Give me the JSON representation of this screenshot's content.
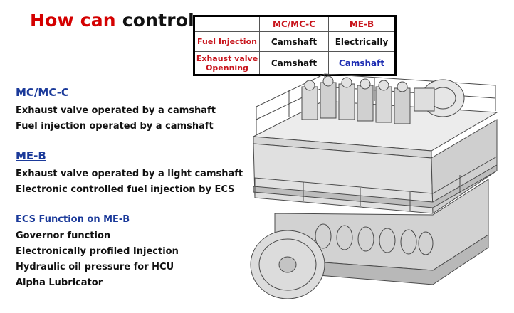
{
  "title": {
    "part1": "How can",
    "part2": "control ~"
  },
  "table": {
    "headers": [
      "",
      "MC/MC-C",
      "ME-B"
    ],
    "rows": [
      {
        "label": "Fuel Injection",
        "mc": "Camshaft",
        "me": "Electrically"
      },
      {
        "label_line1": "Exhaust valve",
        "label_line2": "Openning",
        "mc": "Camshaft",
        "me": "Camshaft"
      }
    ]
  },
  "sections": {
    "mc": {
      "heading": "MC/MC-C",
      "items": [
        "Exhaust valve operated by a camshaft",
        "Fuel injection operated by a camshaft"
      ]
    },
    "me": {
      "heading": "ME-B",
      "items": [
        "Exhaust valve operated by a light camshaft",
        "Electronic controlled fuel injection by ECS"
      ]
    },
    "ecs": {
      "heading": "ECS Function on ME-B",
      "items": [
        "Governor function",
        "Electronically profiled Injection",
        "Hydraulic oil pressure for HCU",
        "Alpha Lubricator"
      ]
    }
  },
  "colors": {
    "title_red": "#d40000",
    "heading_blue": "#1b3a9a",
    "table_red": "#c8141c",
    "table_blue": "#1d2cb2"
  }
}
